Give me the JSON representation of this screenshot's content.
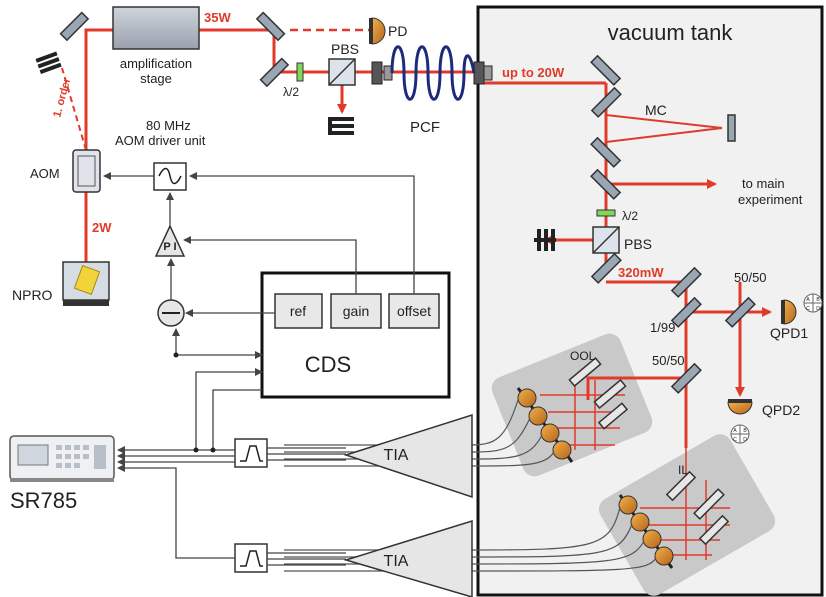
{
  "labels": {
    "vacuum_tank": "vacuum tank",
    "amplification_stage": "amplification stage",
    "power_35w": "35W",
    "pd": "PD",
    "pbs_top": "PBS",
    "half_wave_top": "λ/2",
    "pcf": "PCF",
    "up_to_20w": "up to 20W",
    "mc": "MC",
    "to_main_experiment": "to main experiment",
    "half_wave_mid": "λ/2",
    "pbs_mid": "PBS",
    "power_320mw": "320mW",
    "split_5050_top": "50/50",
    "qpd1": "QPD1",
    "split_199": "1/99",
    "split_5050_mid": "50/50",
    "ool": "OOL",
    "qpd2": "QPD2",
    "il": "IL",
    "aom_driver_freq": "80 MHz",
    "aom_driver_unit": "AOM driver unit",
    "aom": "AOM",
    "first_order": "1. order",
    "power_2w": "2W",
    "npro": "NPRO",
    "pi": "P I",
    "ref": "ref",
    "gain": "gain",
    "offset": "offset",
    "cds": "CDS",
    "tia_top": "TIA",
    "tia_bottom": "TIA",
    "sr785": "SR785",
    "quad_a": "A",
    "quad_b": "B",
    "quad_c": "C",
    "quad_d": "D"
  },
  "colors": {
    "beam": "#e03a2a",
    "tank_fill": "#f1f1f1",
    "bench_fill": "#c9c9c9",
    "wire": "#444444",
    "detector": "#d9901f"
  }
}
